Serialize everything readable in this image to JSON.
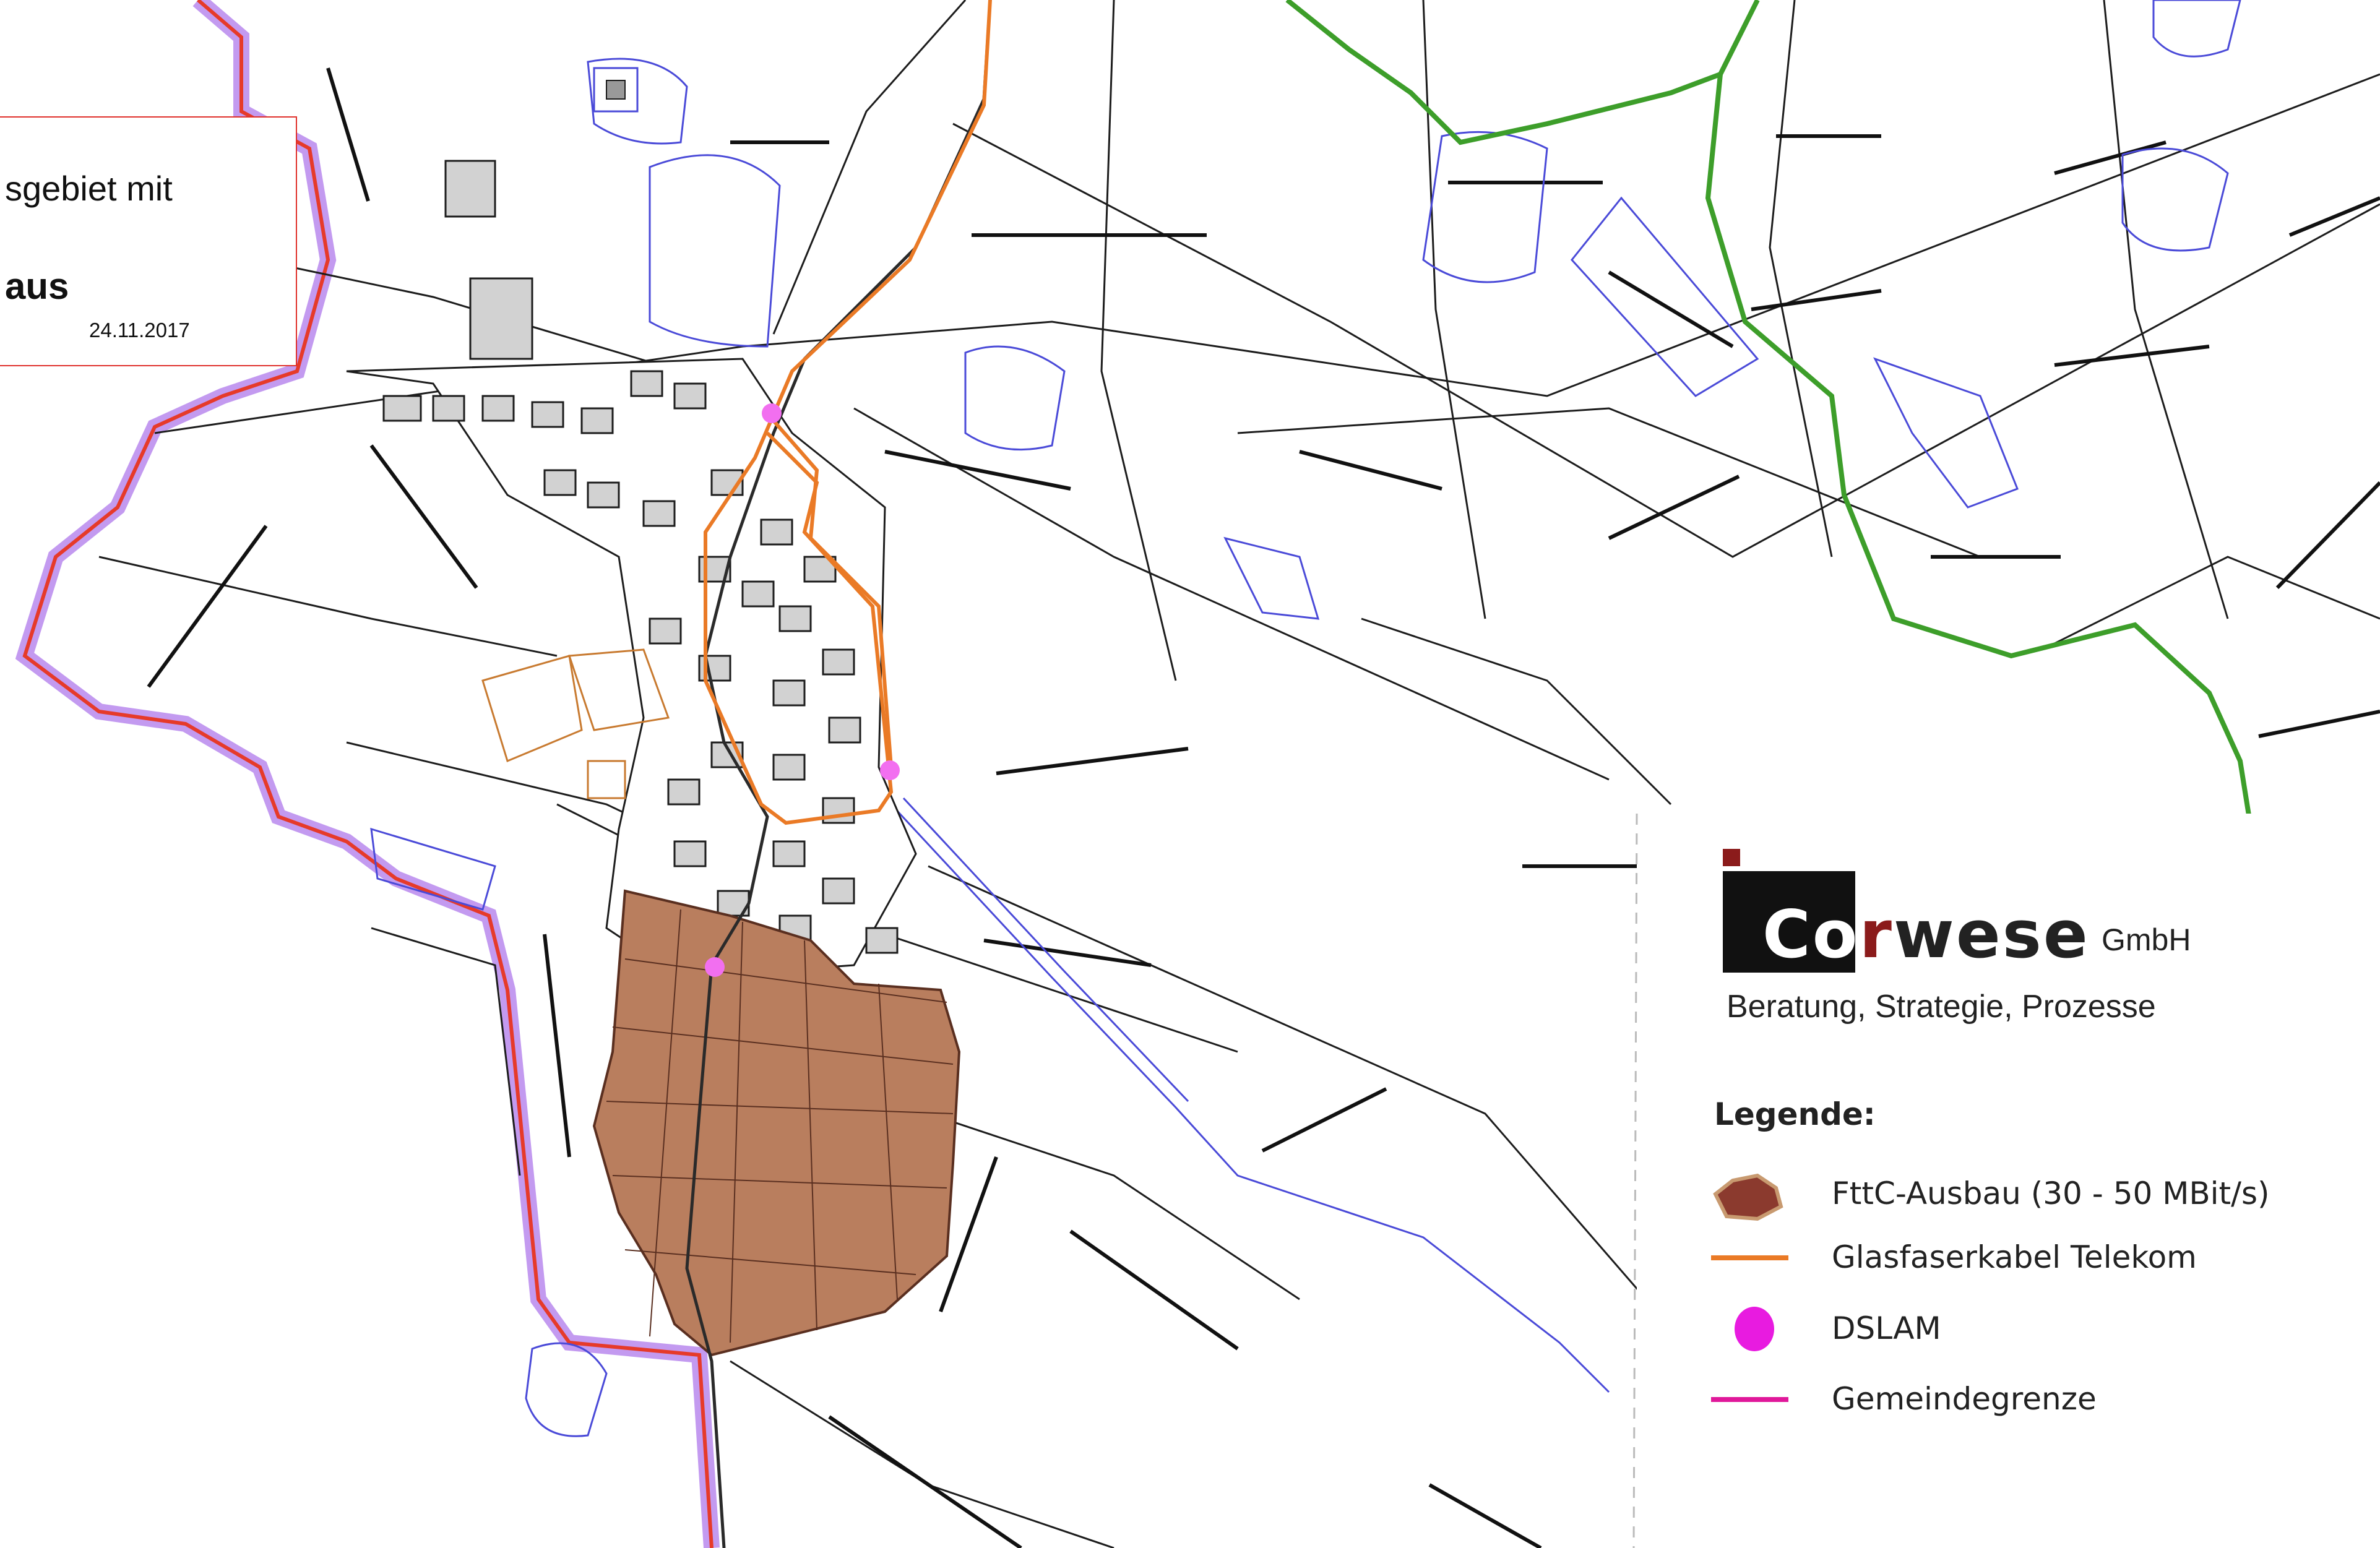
{
  "title_box": {
    "line1": "sgebiet mit",
    "line2": "aus",
    "date": "24.11.2017"
  },
  "logo": {
    "brand_part1": "Co",
    "brand_part2": "r",
    "brand_part3": "wese",
    "suffix": "GmbH",
    "tagline": "Beratung, Strategie, Prozesse"
  },
  "legend": {
    "title": "Legende:",
    "items": [
      {
        "label": "FttC-Ausbau (30 - 50 MBit/s)",
        "symbol": "brown-area",
        "color": "#8b3a2e"
      },
      {
        "label": "Glasfaserkabel Telekom",
        "symbol": "orange-line",
        "color": "#ea7a26"
      },
      {
        "label": "DSLAM",
        "symbol": "magenta-dot",
        "color": "#e81be0"
      },
      {
        "label": "Gemeindegrenze",
        "symbol": "magenta-line",
        "color": "#e0189a"
      }
    ]
  },
  "colors": {
    "fttc_area": "#b97e5e",
    "fiber": "#ea7a26",
    "dslam": "#f26ff0",
    "boundary_red": "#e63a2a",
    "boundary_purple": "#c39af0",
    "parcel": "#1c1c1c",
    "water": "#4a4ad8",
    "green_boundary": "#3d9e2a"
  }
}
